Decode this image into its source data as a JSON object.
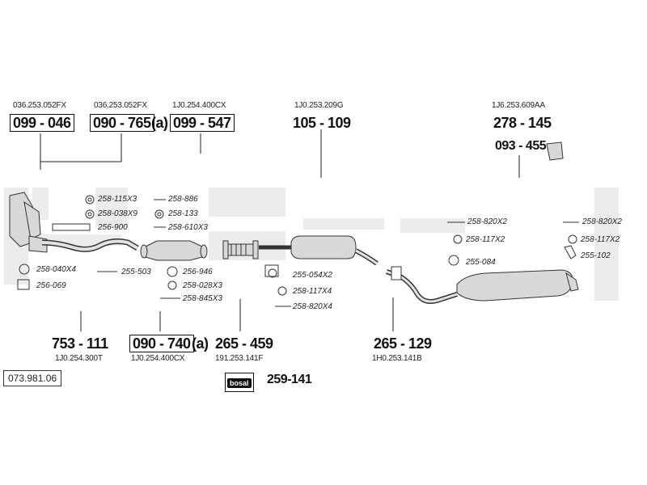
{
  "colors": {
    "watermark": "#ececec",
    "line": "#222222",
    "part_fill": "#d8d8d8",
    "part_stroke": "#333333"
  },
  "top_parts": [
    {
      "oem": "036.253.052FX",
      "number": "099 - 046",
      "suffix": ""
    },
    {
      "oem": "036.253.052FX",
      "number": "090 - 765",
      "suffix": "(a)"
    },
    {
      "oem": "1J0.254.400CX",
      "number": "099 - 547",
      "suffix": ""
    },
    {
      "oem": "1J0.253.209G",
      "number": "105 - 109",
      "suffix": ""
    },
    {
      "oem": "1J6.253.609AA",
      "number": "278 - 145",
      "suffix": ""
    }
  ],
  "extra_top_part": {
    "number": "093 - 455"
  },
  "bottom_parts": [
    {
      "oem": "1J0.254.300T",
      "number": "753 - 111",
      "suffix": ""
    },
    {
      "oem": "1J0.254.400CX",
      "number": "090 - 740",
      "suffix": "(a)"
    },
    {
      "oem": "191.253.141F",
      "number": "265 - 459",
      "suffix": ""
    },
    {
      "oem": "1H0.253.141B",
      "number": "265 - 129",
      "suffix": ""
    }
  ],
  "small_parts": {
    "p258_115": "258-115X3",
    "p258_886": "258-886",
    "p258_038": "258-038X9",
    "p258_133": "258-133",
    "p256_900": "256-900",
    "p258_610": "258-610X3",
    "p258_040": "258-040X4",
    "p255_503": "255-503",
    "p256_069": "256-069",
    "p256_946": "256-946",
    "p258_028": "258-028X3",
    "p258_845": "258-845X3",
    "p255_054": "255-054X2",
    "p258_117x4": "258-117X4",
    "p258_820x4": "258-820X4",
    "p258_820x2_a": "258-820X2",
    "p258_117x2_a": "258-117X2",
    "p255_084": "255-084",
    "p258_820x2_b": "258-820X2",
    "p258_117x2_b": "258-117X2",
    "p255_102": "255-102"
  },
  "bosal_kit": {
    "logo": "bosal",
    "number": "259-141"
  },
  "diagram_ref": "073.981.06"
}
